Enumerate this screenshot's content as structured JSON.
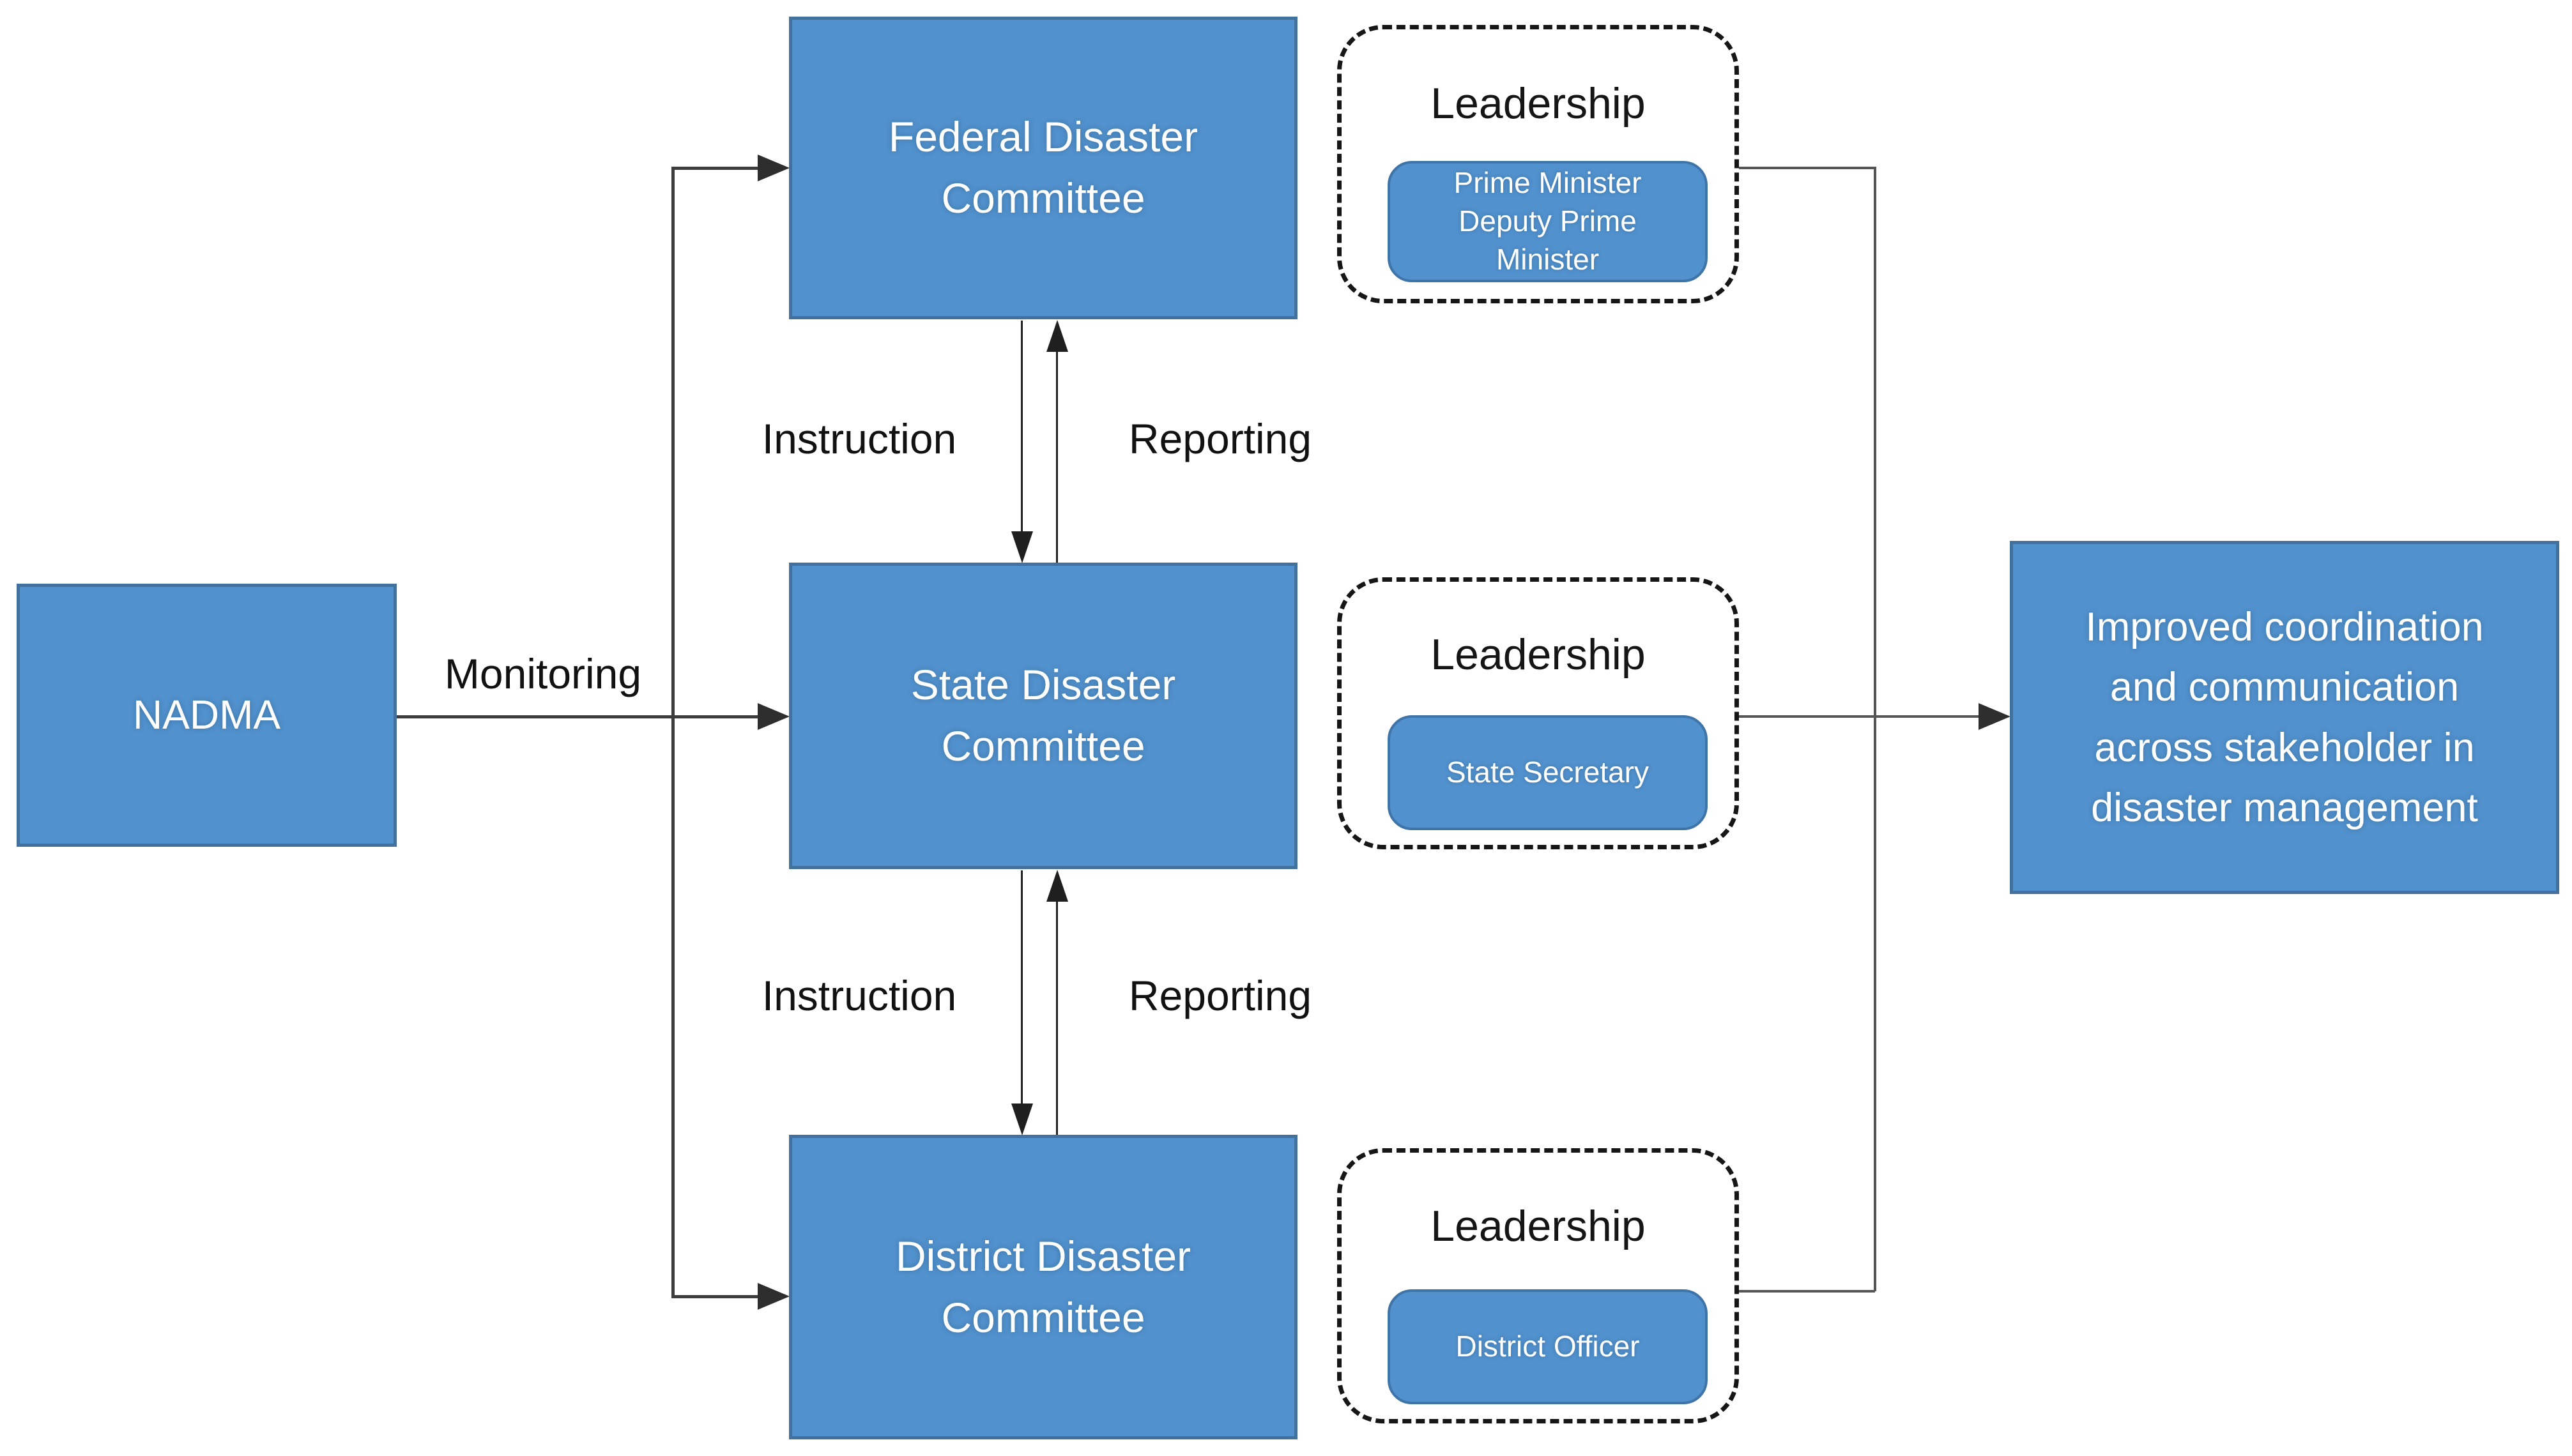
{
  "colors": {
    "node_fill": "#5191cd",
    "node_border": "#41719c",
    "dashed_border": "#161616",
    "connector_line": "#3d3d3d",
    "text_on_blue": "#ffffff",
    "text_dark": "#111111"
  },
  "nodes": {
    "nadma": "NADMA",
    "federal_committee": "Federal Disaster\nCommittee",
    "state_committee": "State Disaster\nCommittee",
    "district_committee": "District Disaster\nCommittee",
    "outcome": "Improved coordination\nand communication\nacross stakeholder in\ndisaster management"
  },
  "leadership": {
    "federal": {
      "title": "Leadership",
      "member": "Prime Minister\nDeputy Prime\nMinister"
    },
    "state": {
      "title": "Leadership",
      "member": "State Secretary"
    },
    "district": {
      "title": "Leadership",
      "member": "District Officer"
    }
  },
  "edge_labels": {
    "monitoring": "Monitoring",
    "instruction_federal_state": "Instruction",
    "reporting_state_federal": "Reporting",
    "instruction_state_district": "Instruction",
    "reporting_district_state": "Reporting"
  }
}
